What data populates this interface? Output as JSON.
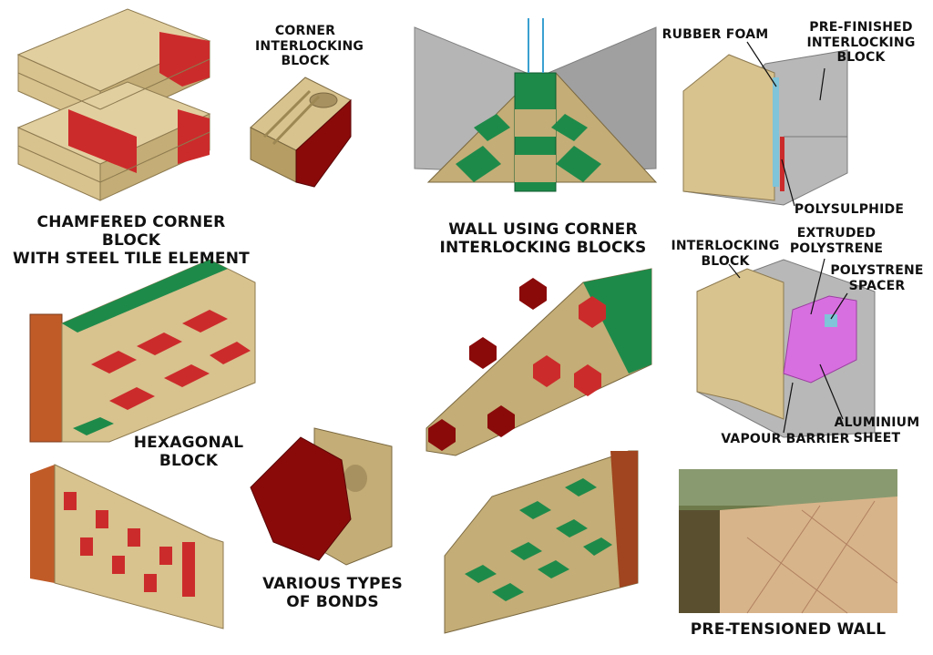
{
  "colors": {
    "tan": "#d8c28e",
    "tan_dark": "#a89160",
    "tan_mid": "#c4ad76",
    "red": "#cc2b2b",
    "dark_red": "#8a0a0a",
    "green": "#1e8a4a",
    "dark_green": "#0f5a2e",
    "grey": "#b5b5b5",
    "grey_dark": "#808080",
    "orange": "#c05b28",
    "magenta": "#d86fe0",
    "foam_blue": "#7fc4d8"
  },
  "labels": {
    "chamfered": [
      "CHAMFERED CORNER BLOCK",
      "WITH STEEL TILE ELEMENT"
    ],
    "corner_block": [
      "CORNER",
      "INTERLOCKING",
      "BLOCK"
    ],
    "wall_corner": [
      "WALL USING CORNER",
      "INTERLOCKING BLOCKS"
    ],
    "rubber_foam": "RUBBER FOAM",
    "prefinished": [
      "PRE-FINISHED",
      "INTERLOCKING",
      "BLOCK"
    ],
    "polysulphide": "POLYSULPHIDE",
    "interlocking_block": [
      "INTERLOCKING",
      "BLOCK"
    ],
    "extruded": [
      "EXTRUDED",
      "POLYSTRENE"
    ],
    "spacer": [
      "POLYSTRENE",
      "SPACER"
    ],
    "hexagonal": [
      "HEXAGONAL",
      "BLOCK"
    ],
    "aluminium": [
      "ALUMINIUM",
      "SHEET"
    ],
    "vapour": "VAPOUR BARRIER",
    "bonds": [
      "VARIOUS TYPES",
      "OF BONDS"
    ],
    "pretensioned": "PRE-TENSIONED WALL"
  }
}
